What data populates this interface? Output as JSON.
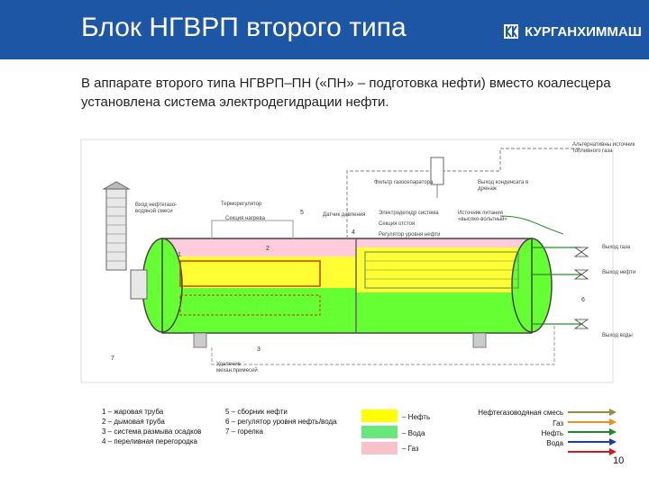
{
  "header": {
    "title": "Блок НГВРП второго типа",
    "logo_text": "КУРГАНХИММАШ"
  },
  "intro_text": "В аппарате второго типа НГВРП–ПН («ПН» – подготовка нефти) вместо коалесцера установлена система электродегидрации нефти.",
  "diagram": {
    "labels": {
      "alt_gas": "Альтернативны источник топливного газа",
      "gas_filter": "Фильтр газосепаратора",
      "condensate_out": "Выход конденсата в дренаж",
      "mixture_in": "Вход нефтегазо-водяной смеси",
      "thermoregulator": "Терморегулятор",
      "heating_section": "Секция нагрева",
      "level_sensor": "Датчик давления",
      "electro_system": "Электродегидр система",
      "settling_section": "Секция отстоя",
      "water_level_reg": "Регулятор уровня нефти",
      "heat_source": "Источник питания «высоко-вольтный»",
      "gas_out": "Выход газа",
      "oil_out": "Выход нефти",
      "water_out": "Выход воды",
      "sediment_out": "Удаление механ.примесей"
    },
    "numbers": [
      "1",
      "2",
      "3",
      "4",
      "5",
      "6",
      "7"
    ],
    "colors": {
      "oil": "#ffff33",
      "water": "#66ff33",
      "gas": "#ffccdd",
      "pipe_gas": "#999999",
      "pipe_water": "#2a8a2a",
      "vessel_outline": "#444444",
      "burner": "#cc3300"
    }
  },
  "legend": {
    "parts_col1": [
      "1 – жаровая труба",
      "2 – дымовая  труба",
      "3 – система размыва осадков",
      "4 – переливная перегородка"
    ],
    "parts_col2": [
      "5 – сборник нефти",
      "6 – регулятор уровня нефть/вода",
      "7 – горелка"
    ],
    "media": [
      {
        "label": "– Нефть",
        "color": "#ffff00"
      },
      {
        "label": "– Вода",
        "color": "#66e87a"
      },
      {
        "label": "– Газ",
        "color": "#f7c2c8"
      }
    ],
    "flows": [
      {
        "label": "Нефтегазоводяная смесь",
        "color": "#9a8a3a"
      },
      {
        "label": "Газ",
        "color": "#e89020"
      },
      {
        "label": "Нефть",
        "color": "#1e8a2a"
      },
      {
        "label": "Вода",
        "color": "#1a3aa8"
      },
      {
        "label": "",
        "color": "#d81818"
      }
    ]
  },
  "page_number": "10"
}
